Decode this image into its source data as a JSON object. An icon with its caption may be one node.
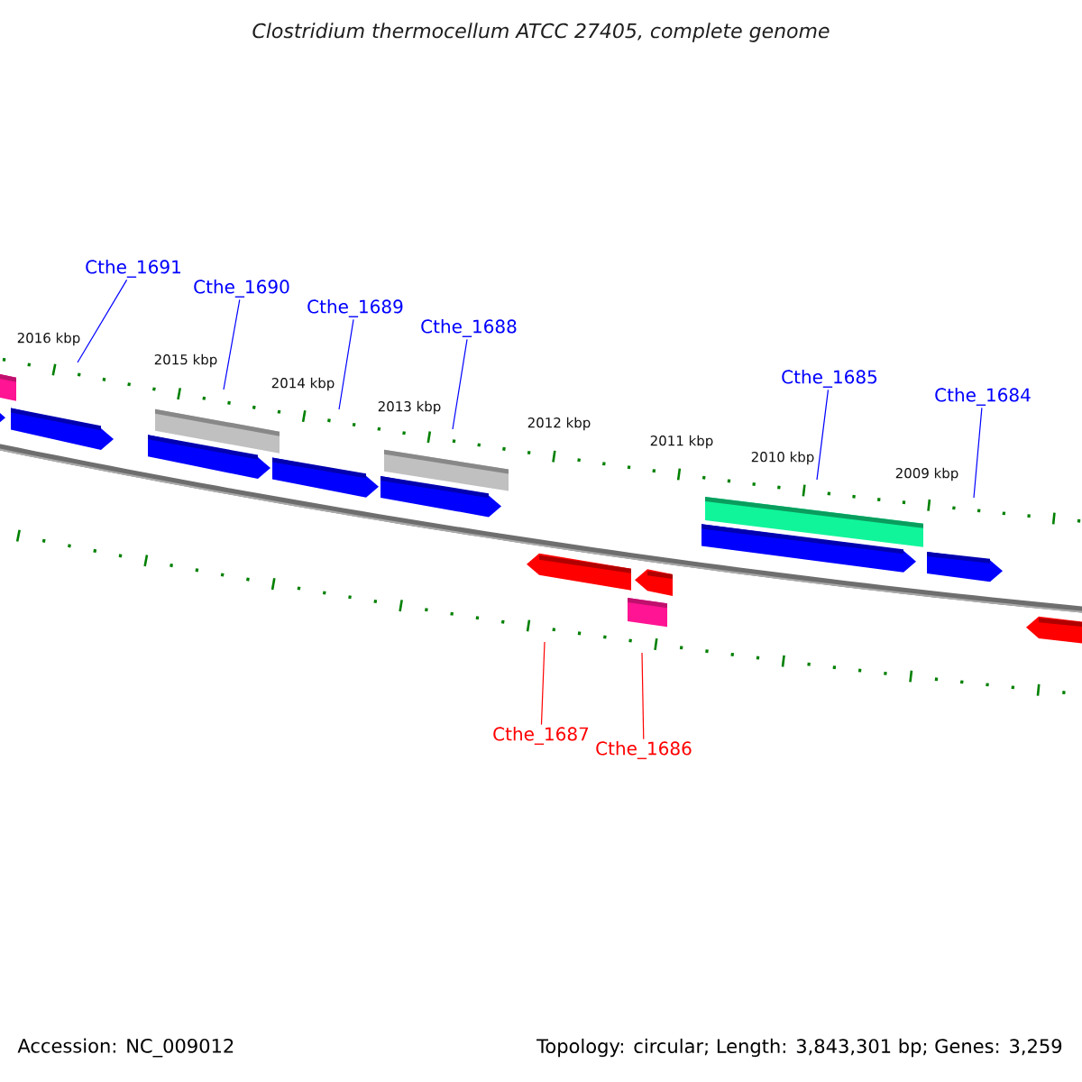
{
  "diagram": {
    "title": "Clostridium thermocellum ATCC 27405, complete genome",
    "nodes": [
      {
        "text": [
          "Cthe_1691"
        ]
      },
      {
        "text": [
          "Cthe_1690"
        ]
      },
      {
        "text": [
          "Cthe_1689"
        ]
      },
      {
        "text": [
          "Cthe_1688"
        ]
      },
      {
        "text": [
          "Cthe_1685"
        ]
      },
      {
        "text": [
          "Cthe_1684"
        ]
      },
      {
        "text": [
          "Cthe_1687"
        ]
      },
      {
        "text": [
          "Cthe_1686"
        ]
      }
    ],
    "edges": [
      {
        "from": 0,
        "to": null,
        "arrow": "none"
      },
      {
        "from": 1,
        "to": null,
        "arrow": "none"
      },
      {
        "from": 2,
        "to": null,
        "arrow": "none"
      },
      {
        "from": 3,
        "to": null,
        "arrow": "none"
      },
      {
        "from": 4,
        "to": null,
        "arrow": "none"
      },
      {
        "from": 5,
        "to": null,
        "arrow": "none"
      },
      {
        "from": 6,
        "to": null,
        "arrow": "none",
        "color": "#ff0000"
      },
      {
        "from": 7,
        "to": null,
        "arrow": "none",
        "color": "#ff0000"
      }
    ],
    "labels": [
      "2016 kbp",
      "2015 kbp",
      "2014 kbp",
      "2013 kbp",
      "2012 kbp",
      "2011 kbp",
      "2010 kbp",
      "2009 kbp",
      "Accession: NC_009012",
      "Topology: circular; Length: 3,843,301 bp; Genes: 3,259"
    ]
  }
}
